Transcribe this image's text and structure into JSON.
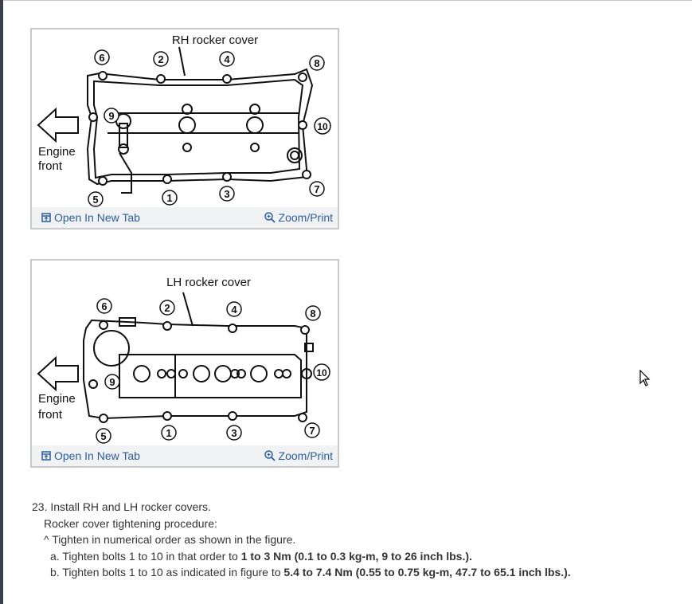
{
  "figures": [
    {
      "caption": "RH rocker cover",
      "side_label_1": "Engine",
      "side_label_2": "front",
      "bolt_numbers": [
        "1",
        "2",
        "3",
        "4",
        "5",
        "6",
        "7",
        "8",
        "9",
        "10"
      ],
      "open_label": "Open In New Tab",
      "zoom_label": "Zoom/Print"
    },
    {
      "caption": "LH rocker cover",
      "side_label_1": "Engine",
      "side_label_2": "front",
      "bolt_numbers": [
        "1",
        "2",
        "3",
        "4",
        "5",
        "6",
        "7",
        "8",
        "9",
        "10"
      ],
      "open_label": "Open In New Tab",
      "zoom_label": "Zoom/Print"
    }
  ],
  "instructions": {
    "step": "23. Install RH and LH rocker covers.",
    "procedure_title": "Rocker cover tightening procedure:",
    "bullet": "^  Tighten in numerical order as shown in the figure.",
    "a_prefix": "a. Tighten bolts 1 to 10 in that order to ",
    "a_bold": "1 to 3 Nm (0.1 to 0.3 kg-m, 9 to 26 inch lbs.).",
    "b_prefix": "b. Tighten bolts 1 to 10 as indicated in figure to ",
    "b_bold": "5.4 to 7.4 Nm (0.55 to 0.75 kg-m, 47.7 to 65.1 inch lbs.)."
  },
  "icons": {
    "open": "open-new-tab-icon",
    "zoom": "zoom-icon",
    "cursor": "mouse-cursor-icon"
  },
  "colors": {
    "link": "#2a5d9f",
    "figure_border": "#c9c9c9",
    "toolbar_bg": "#f0f2f4"
  }
}
